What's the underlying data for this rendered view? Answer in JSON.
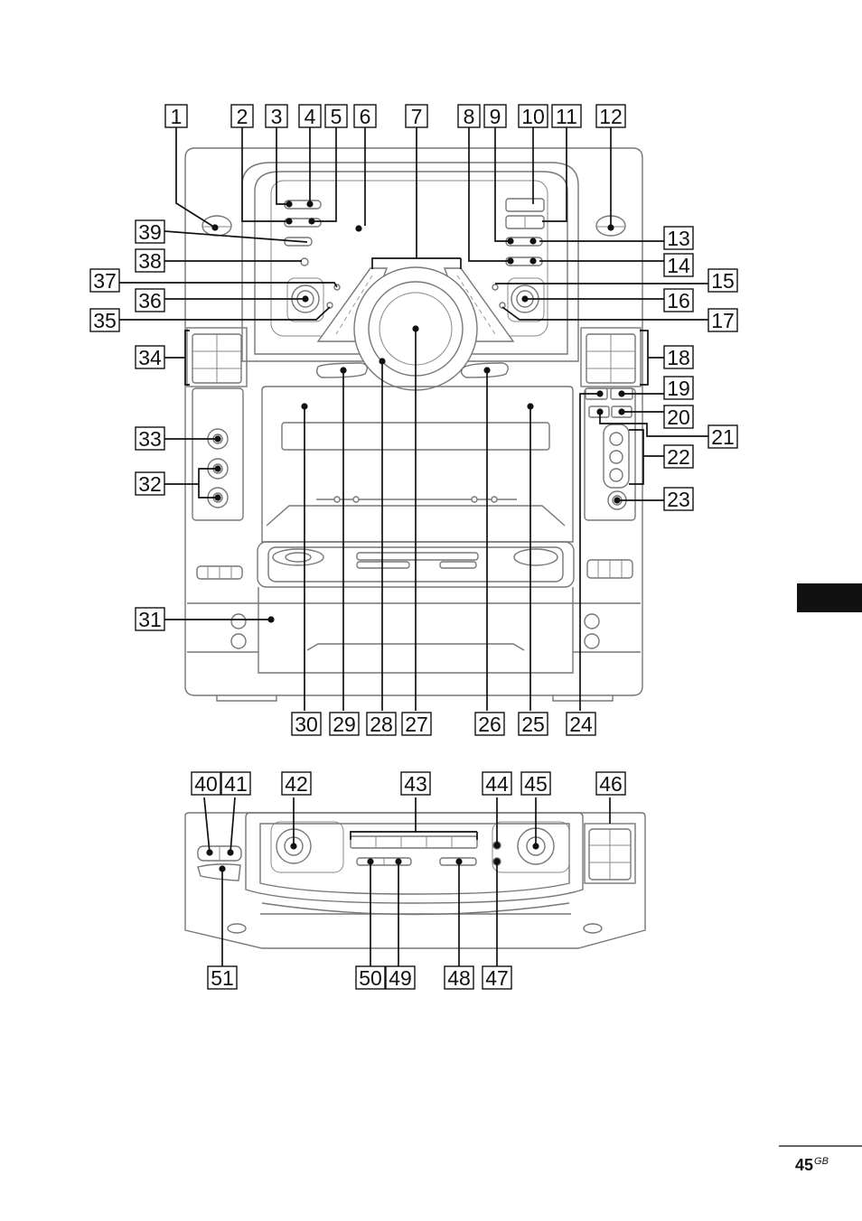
{
  "callouts": [
    "1",
    "2",
    "3",
    "4",
    "5",
    "6",
    "7",
    "8",
    "9",
    "10",
    "11",
    "12",
    "13",
    "14",
    "15",
    "16",
    "17",
    "18",
    "19",
    "20",
    "21",
    "22",
    "23",
    "24",
    "25",
    "26",
    "27",
    "28",
    "29",
    "30",
    "31",
    "32",
    "33",
    "34",
    "35",
    "36",
    "37",
    "38",
    "39",
    "40",
    "41",
    "42",
    "43",
    "44",
    "45",
    "46",
    "47",
    "48",
    "49",
    "50",
    "51"
  ],
  "page": {
    "number": "45",
    "suffix": "GB"
  }
}
